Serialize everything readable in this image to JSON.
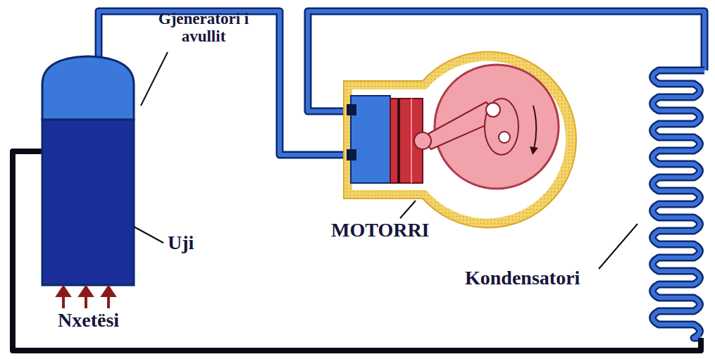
{
  "diagram": {
    "labels": [
      "Gjeneratori i avullit",
      "Uji",
      "Nxetësi",
      "MOTORRI",
      "Kondensatori"
    ]
  }
}
